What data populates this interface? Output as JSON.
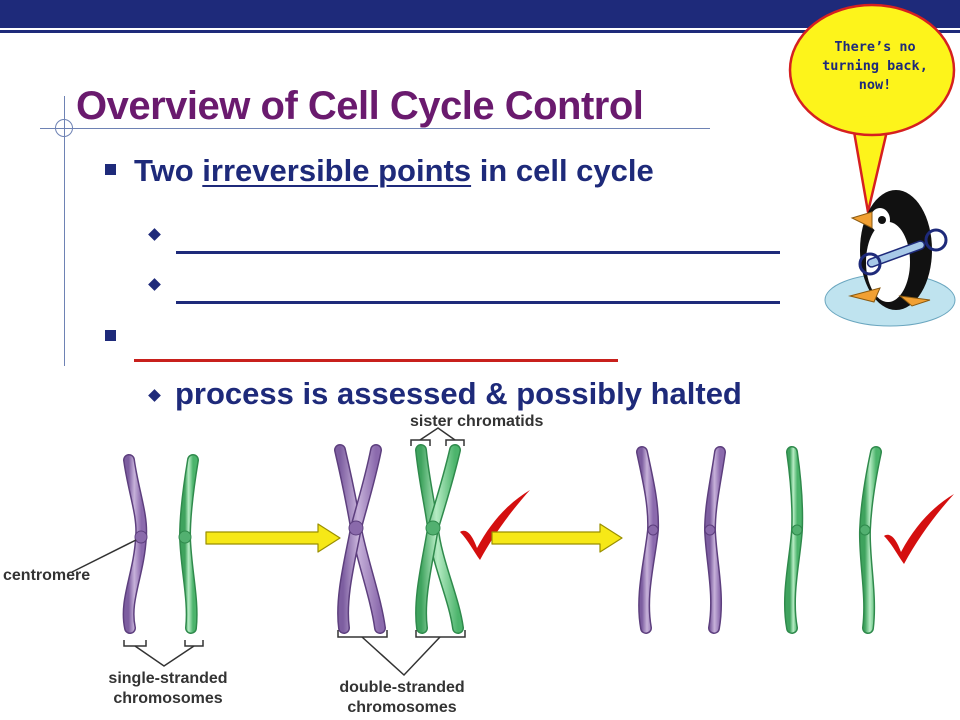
{
  "slide": {
    "title": "Overview of Cell Cycle Control",
    "bullet1": {
      "before": "Two ",
      "underlined": "irreversible points",
      "after": " in cell cycle"
    },
    "bullet2_sub": "process is assessed & possibly halted"
  },
  "speech_bubble": {
    "lines": [
      "There’s no",
      "turning back,",
      "now!"
    ]
  },
  "diagram": {
    "label_centromere": "centromere",
    "label_sister": "sister chromatids",
    "label_single": [
      "single-stranded",
      "chromosomes"
    ],
    "label_double": [
      "double-stranded",
      "chromosomes"
    ]
  },
  "colors": {
    "navy": "#1e2a7a",
    "title_purple": "#6a1a6e",
    "blank_red": "#c8201c",
    "chromosome_purple": "#9b7ab8",
    "chromosome_green": "#5fc07a",
    "arrow_yellow": "#f6e817",
    "check_red": "#d40f0f",
    "bubble_yellow": "#fdf41b",
    "ice_blue": "#bfe3ef"
  },
  "icons": [
    "checkmark-icon",
    "penguin-with-wrench-icon",
    "bullet-square-icon",
    "bullet-diamond-icon"
  ]
}
